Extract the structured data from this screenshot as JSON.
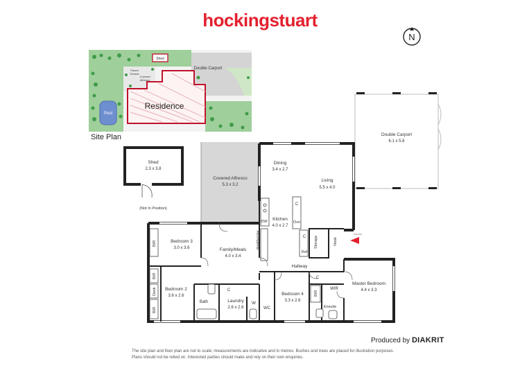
{
  "header": {
    "brand": "hockingstuart"
  },
  "compass": {
    "label": "N"
  },
  "site_plan": {
    "title": "Site Plan",
    "labels": {
      "shed": "Shed",
      "double_carport": "Double Carport",
      "paved_terrace_1": "Paved",
      "paved_terrace_2": "Terrace",
      "covered_alfresco_1": "Covered",
      "covered_alfresco_2": "Alfresco",
      "residence": "Residence",
      "pool": "Pool"
    }
  },
  "floor_plan": {
    "shed": {
      "name": "Shed",
      "dims": "2.3 x 3.8",
      "note": "(Not In Position)"
    },
    "covered_alfresco": {
      "name": "Covered Alfresco",
      "dims": "5.3 x 3.2"
    },
    "dining": {
      "name": "Dining",
      "dims": "3.4 x 2.7"
    },
    "living": {
      "name": "Living",
      "dims": "5.5 x 4.0"
    },
    "double_carport": {
      "name": "Double Carport",
      "dims": "6.1 x 5.8"
    },
    "kitchen": {
      "name": "Kitchen",
      "dims": "4.0 x 2.7"
    },
    "bedroom3": {
      "name": "Bedroom 3",
      "dims": "3.0 x 3.6"
    },
    "family_meals": {
      "name": "Family/Meals",
      "dims": "4.0 x 3.4"
    },
    "bedroom2": {
      "name": "Bedroom 2",
      "dims": "3.6 x 2.6"
    },
    "laundry": {
      "name": "Laundry",
      "dims": "2.6 x 2.6"
    },
    "bedroom4": {
      "name": "Bedroom 4",
      "dims": "3.3 x 2.6"
    },
    "master_bedroom": {
      "name": "Master Bedroom",
      "dims": "4.4 x 3.3"
    },
    "labels": {
      "bath": "Bath",
      "wc": "WC",
      "w": "W",
      "hallway": "Hallway",
      "ensuite": "Ensuite",
      "wir": "WIR",
      "storage": "Storage",
      "nook": "Nook",
      "ref": "Ref",
      "ovn": "Ovn",
      "dw": "DW",
      "c": "C",
      "bir": "BIR",
      "desk": "Desk",
      "breakfast_bar": "Breakfast Bar"
    }
  },
  "footer": {
    "line1": "The site plan and floor plan are not to scale; measurements are indicative and in metres. Bushes and trees are placed for illustration purposes.",
    "line2": "Plans should not be relied on. Interested parties should make and rely on their own enquiries."
  },
  "producer": {
    "prefix": "Produced by",
    "name": "DIAKRIT"
  },
  "colors": {
    "brand": "#e4202e",
    "site_green": "#8cc48c",
    "residence_red": "#c0102a",
    "pool": "#6e8fcf",
    "carport_grey": "#d9d9d9"
  }
}
